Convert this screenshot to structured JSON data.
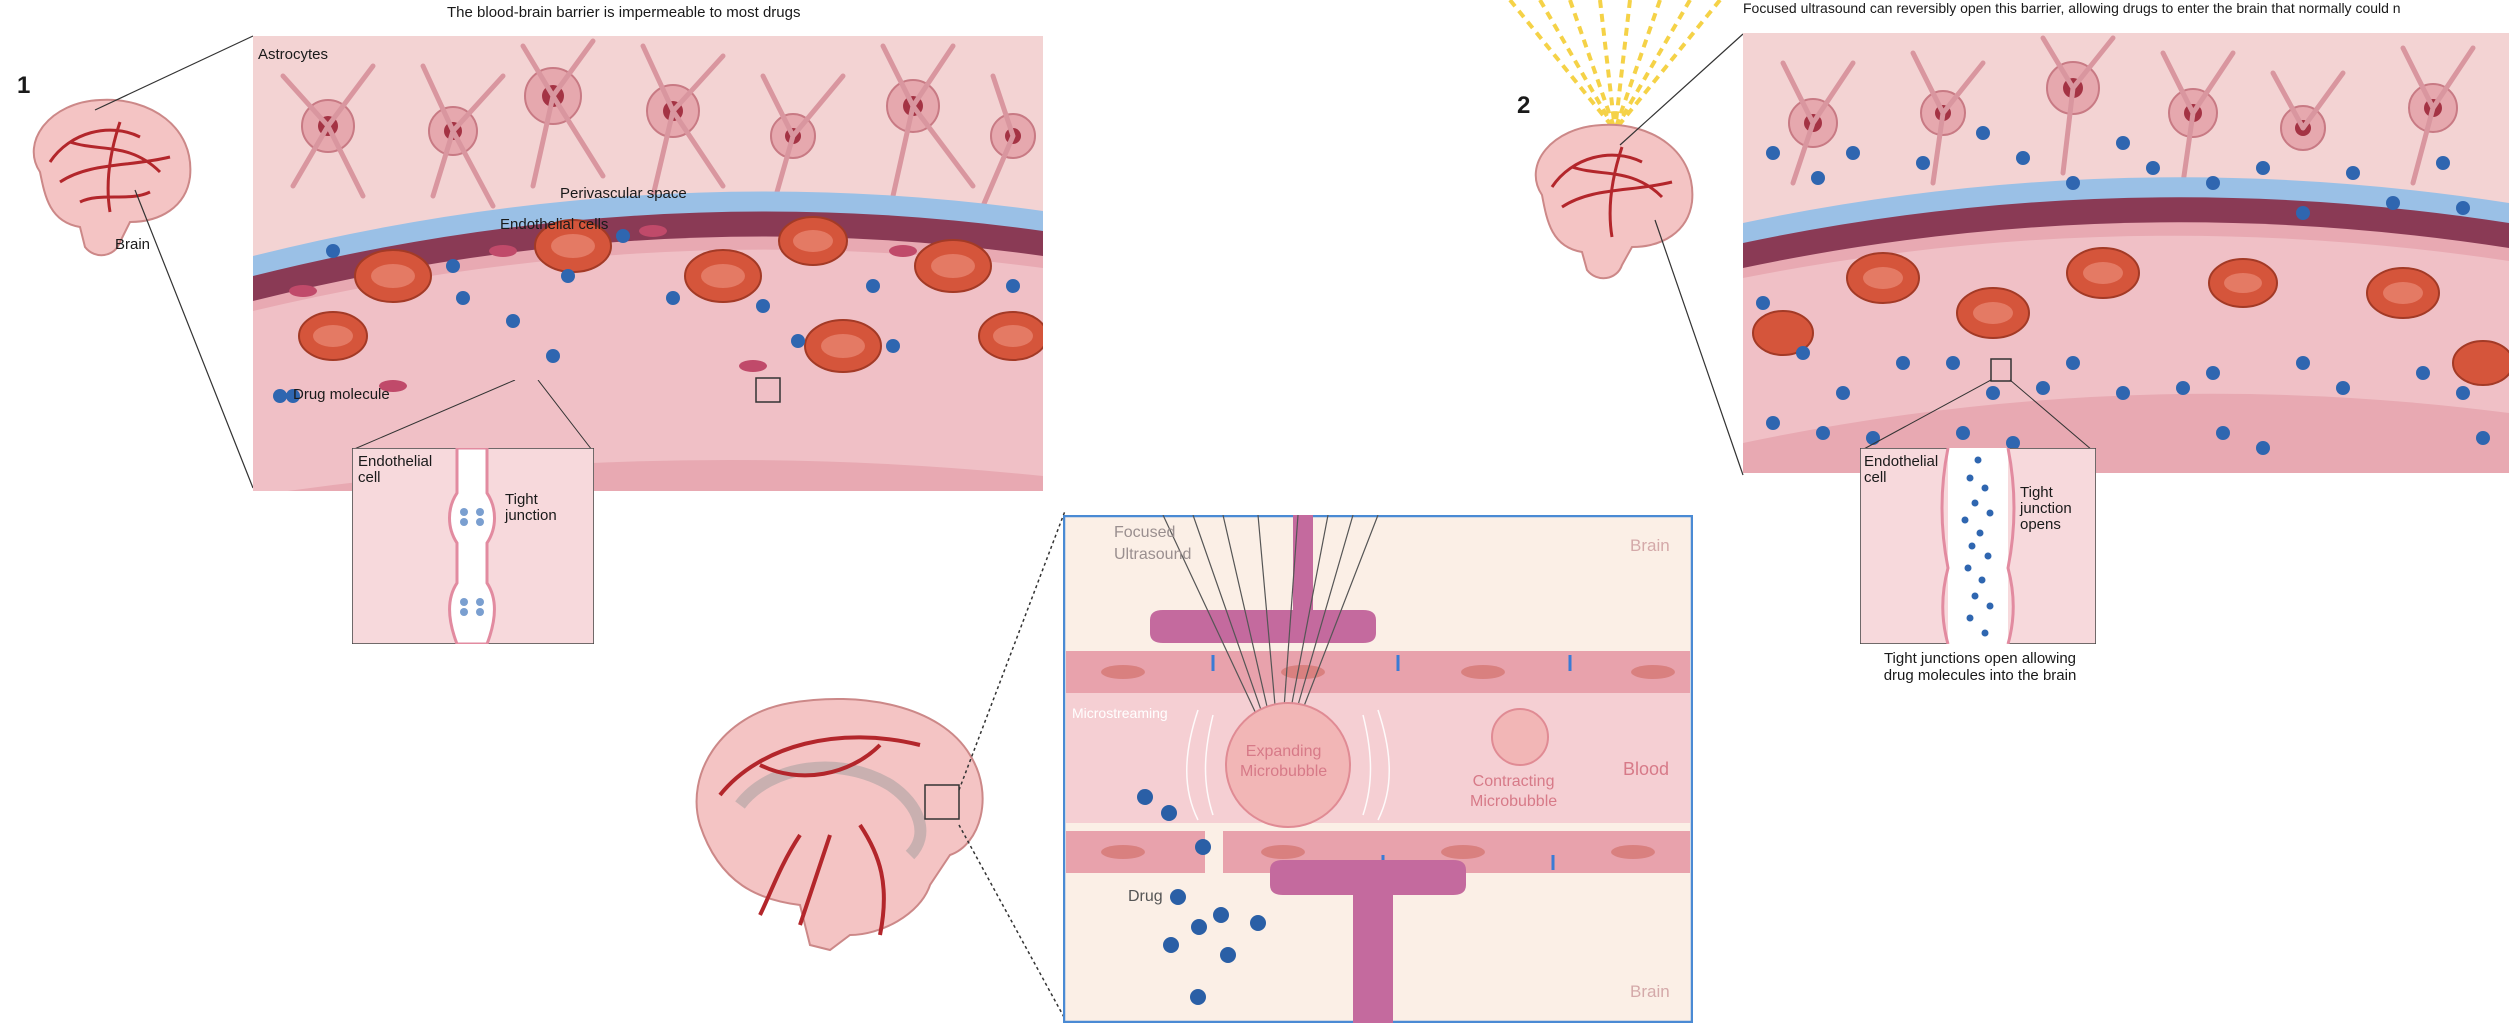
{
  "panel1": {
    "number": "1",
    "title": "The blood-brain barrier is impermeable to most drugs",
    "labels": {
      "astrocytes": "Astrocytes",
      "brain": "Brain",
      "perivascular": "Perivascular space",
      "endothelial_cells": "Endothelial cells",
      "drug_molecule": "Drug molecule",
      "endothelial_cell": "Endothelial\ncell",
      "tight_junction": "Tight\njunction"
    }
  },
  "panel2": {
    "number": "2",
    "title": "Focused ultrasound can reversibly open this barrier, allowing drugs to enter the brain that normally could n",
    "labels": {
      "endothelial_cell": "Endothelial\ncell",
      "tight_junction_opens": "Tight\njunction\nopens"
    },
    "caption": "Tight junctions open allowing\ndrug molecules into the brain"
  },
  "panel3": {
    "labels": {
      "focused_ultrasound": "Focused\nUltrasound",
      "brain_top": "Brain",
      "microstreaming": "Microstreaming",
      "expanding": "Expanding\nMicrobubble",
      "contracting": "Contracting\nMicrobubble",
      "blood": "Blood",
      "drug": "Drug",
      "brain_bottom": "Brain"
    }
  },
  "colors": {
    "vessel": "#e7a5ae",
    "rbc": "#d5553b",
    "drug": "#2f66b0",
    "astrocyte": "#d98f98",
    "panel_bg": "#fbefe6",
    "blood_bg": "#f5cfd3",
    "transducer": "#c46a9e",
    "border_blue": "#4a8ad4"
  }
}
